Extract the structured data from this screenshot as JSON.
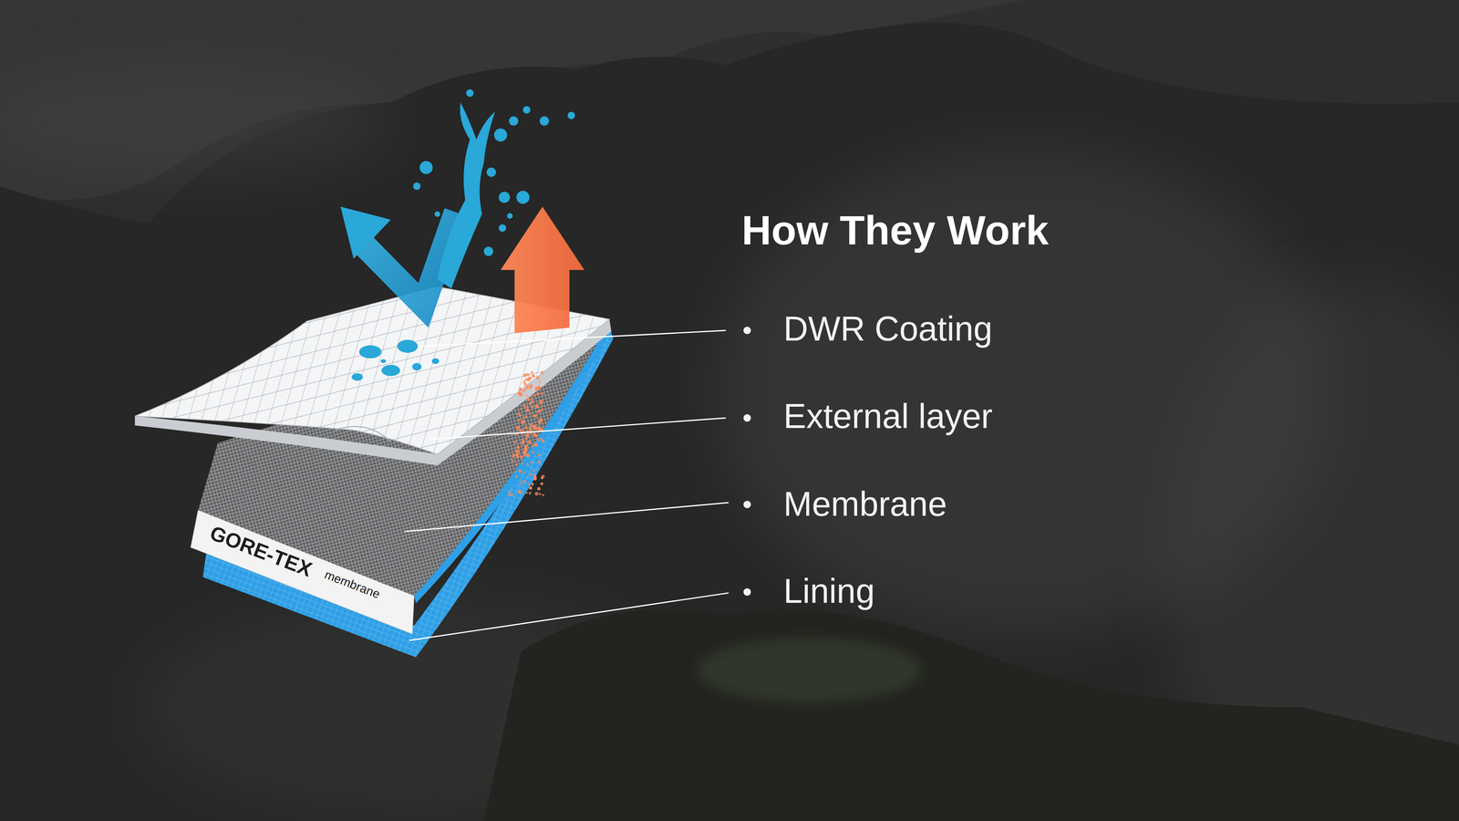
{
  "diagram": {
    "title": "How They Work",
    "labels": [
      "DWR Coating",
      "External layer",
      "Membrane",
      "Lining",
      "GORE-TEX",
      "membrane"
    ]
  }
}
